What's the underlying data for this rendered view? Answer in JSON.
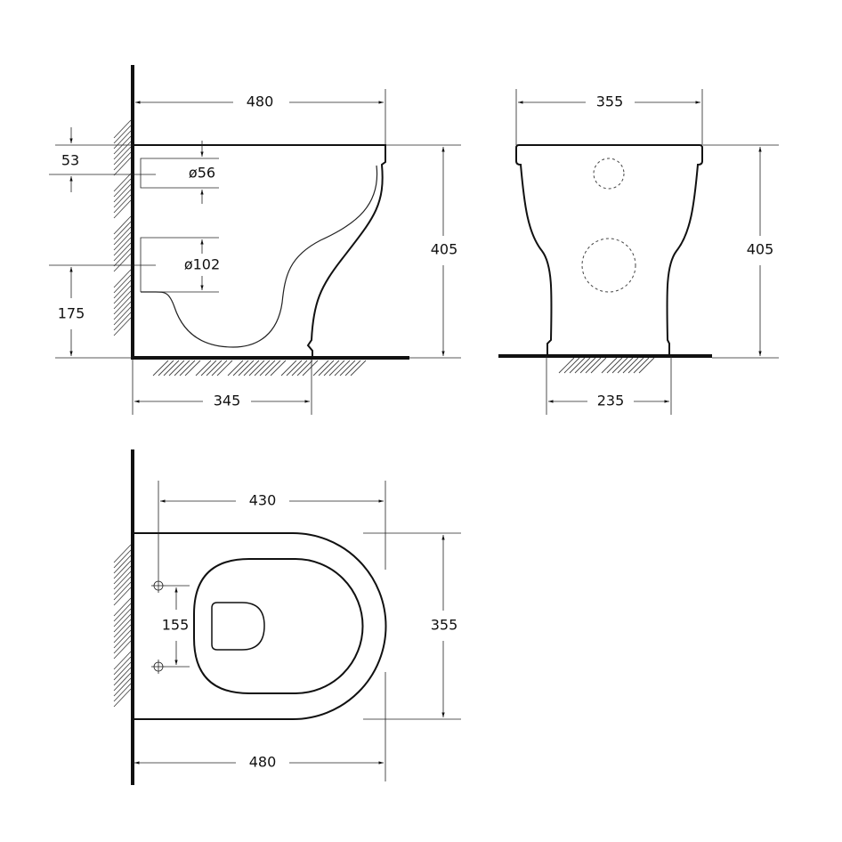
{
  "side_view": {
    "width_total": "480",
    "height_total": "405",
    "rim_to_inlet": "53",
    "inlet_diameter": "ø56",
    "outlet_diameter": "ø102",
    "outlet_height": "175",
    "wall_to_foot": "345"
  },
  "front_view": {
    "width": "355",
    "height": "405",
    "foot_width": "235"
  },
  "top_view": {
    "hole_to_front": "430",
    "width": "355",
    "fixing_hole_spacing": "155",
    "length": "480"
  }
}
